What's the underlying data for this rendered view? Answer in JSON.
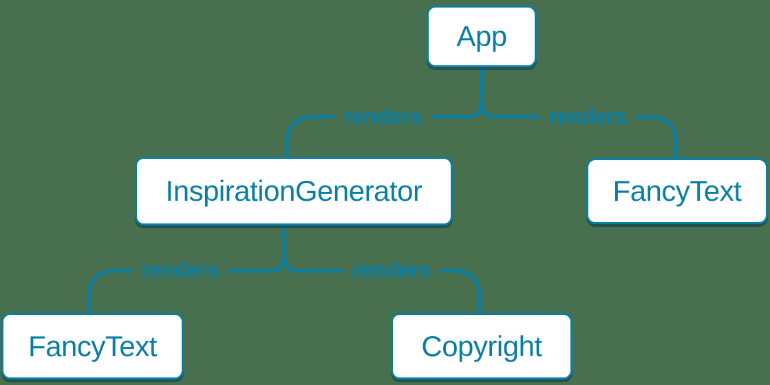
{
  "diagram": {
    "colors": {
      "background": "#48704F",
      "accent": "#087EA4",
      "node_fill": "#FFFFFF",
      "node_shadow": "rgba(8, 55, 82, 0.55)"
    },
    "nodes": [
      {
        "id": "app",
        "label": "App"
      },
      {
        "id": "inspiration-generator",
        "label": "InspirationGenerator"
      },
      {
        "id": "fancy-text-right",
        "label": "FancyText"
      },
      {
        "id": "fancy-text-left",
        "label": "FancyText"
      },
      {
        "id": "copyright",
        "label": "Copyright"
      }
    ],
    "edges": [
      {
        "from": "App",
        "to": "InspirationGenerator",
        "label": "renders"
      },
      {
        "from": "App",
        "to": "FancyText",
        "label": "renders"
      },
      {
        "from": "InspirationGenerator",
        "to": "FancyText",
        "label": "renders"
      },
      {
        "from": "InspirationGenerator",
        "to": "Copyright",
        "label": "renders"
      }
    ]
  }
}
